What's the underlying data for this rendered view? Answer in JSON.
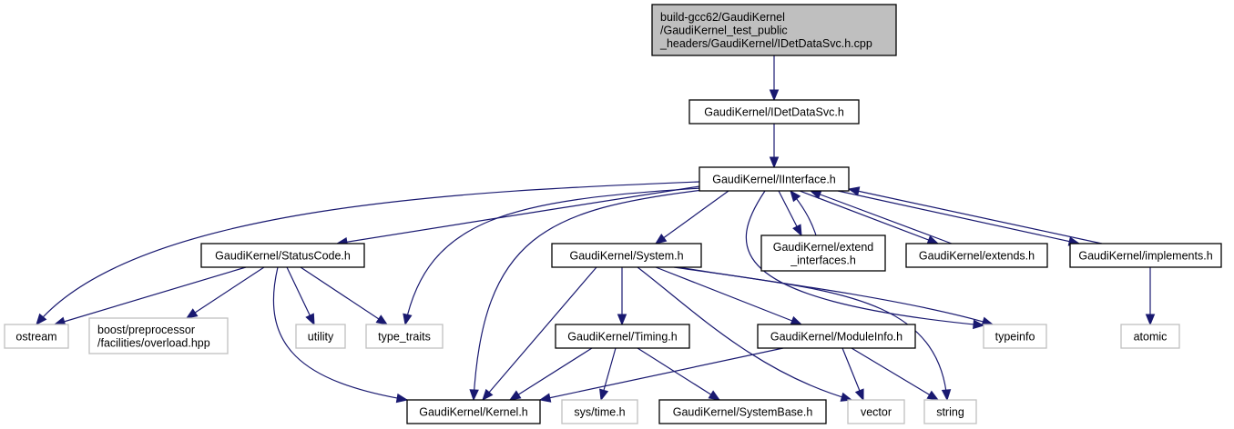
{
  "graph": {
    "title": "Include dependency graph",
    "colors": {
      "edge": "#191970",
      "root_fill": "#bfbfbf",
      "node_border": "#000000",
      "external_border": "#bfbfbf"
    },
    "nodes": [
      {
        "id": "root",
        "kind": "root",
        "lines": [
          "build-gcc62/GaudiKernel",
          "/GaudiKernel_test_public",
          "_headers/GaudiKernel/IDetDataSvc.h.cpp"
        ]
      },
      {
        "id": "idetdatasvc",
        "kind": "internal",
        "lines": [
          "GaudiKernel/IDetDataSvc.h"
        ]
      },
      {
        "id": "iinterface",
        "kind": "internal",
        "lines": [
          "GaudiKernel/IInterface.h"
        ]
      },
      {
        "id": "statuscode",
        "kind": "internal",
        "lines": [
          "GaudiKernel/StatusCode.h"
        ]
      },
      {
        "id": "system",
        "kind": "internal",
        "lines": [
          "GaudiKernel/System.h"
        ]
      },
      {
        "id": "extend_interfaces",
        "kind": "internal",
        "lines": [
          "GaudiKernel/extend",
          "_interfaces.h"
        ]
      },
      {
        "id": "extends",
        "kind": "internal",
        "lines": [
          "GaudiKernel/extends.h"
        ]
      },
      {
        "id": "implements",
        "kind": "internal",
        "lines": [
          "GaudiKernel/implements.h"
        ]
      },
      {
        "id": "ostream",
        "kind": "external",
        "lines": [
          "ostream"
        ]
      },
      {
        "id": "boost_overload",
        "kind": "external",
        "lines": [
          "boost/preprocessor",
          "/facilities/overload.hpp"
        ]
      },
      {
        "id": "utility",
        "kind": "external",
        "lines": [
          "utility"
        ]
      },
      {
        "id": "type_traits",
        "kind": "external",
        "lines": [
          "type_traits"
        ]
      },
      {
        "id": "timing",
        "kind": "internal",
        "lines": [
          "GaudiKernel/Timing.h"
        ]
      },
      {
        "id": "moduleinfo",
        "kind": "internal",
        "lines": [
          "GaudiKernel/ModuleInfo.h"
        ]
      },
      {
        "id": "typeinfo",
        "kind": "external",
        "lines": [
          "typeinfo"
        ]
      },
      {
        "id": "atomic",
        "kind": "external",
        "lines": [
          "atomic"
        ]
      },
      {
        "id": "kernel",
        "kind": "internal",
        "lines": [
          "GaudiKernel/Kernel.h"
        ]
      },
      {
        "id": "systime",
        "kind": "external",
        "lines": [
          "sys/time.h"
        ]
      },
      {
        "id": "systembase",
        "kind": "internal",
        "lines": [
          "GaudiKernel/SystemBase.h"
        ]
      },
      {
        "id": "vector",
        "kind": "external",
        "lines": [
          "vector"
        ]
      },
      {
        "id": "string",
        "kind": "external",
        "lines": [
          "string"
        ]
      }
    ],
    "edges": [
      [
        "root",
        "idetdatasvc"
      ],
      [
        "idetdatasvc",
        "iinterface"
      ],
      [
        "iinterface",
        "ostream"
      ],
      [
        "iinterface",
        "statuscode"
      ],
      [
        "iinterface",
        "type_traits"
      ],
      [
        "iinterface",
        "kernel"
      ],
      [
        "iinterface",
        "system"
      ],
      [
        "iinterface",
        "typeinfo"
      ],
      [
        "iinterface",
        "extend_interfaces"
      ],
      [
        "iinterface",
        "extends"
      ],
      [
        "iinterface",
        "implements"
      ],
      [
        "extend_interfaces",
        "iinterface"
      ],
      [
        "extends",
        "iinterface"
      ],
      [
        "implements",
        "iinterface"
      ],
      [
        "implements",
        "atomic"
      ],
      [
        "statuscode",
        "ostream"
      ],
      [
        "statuscode",
        "boost_overload"
      ],
      [
        "statuscode",
        "utility"
      ],
      [
        "statuscode",
        "type_traits"
      ],
      [
        "statuscode",
        "kernel"
      ],
      [
        "system",
        "kernel"
      ],
      [
        "system",
        "timing"
      ],
      [
        "system",
        "moduleinfo"
      ],
      [
        "system",
        "typeinfo"
      ],
      [
        "system",
        "string"
      ],
      [
        "system",
        "vector"
      ],
      [
        "timing",
        "kernel"
      ],
      [
        "timing",
        "systime"
      ],
      [
        "timing",
        "systembase"
      ],
      [
        "moduleinfo",
        "kernel"
      ],
      [
        "moduleinfo",
        "vector"
      ],
      [
        "moduleinfo",
        "string"
      ]
    ]
  }
}
